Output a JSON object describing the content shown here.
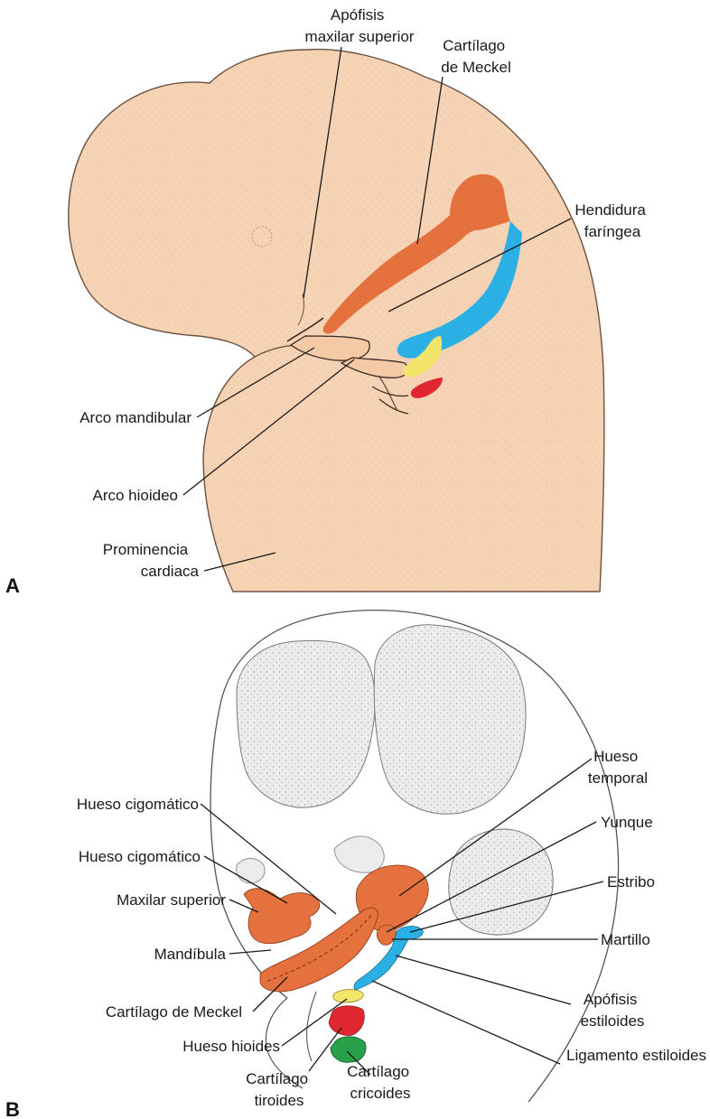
{
  "panel_a": {
    "letter": "A",
    "labels": {
      "apofisis_maxilar": [
        "Apófisis",
        "maxilar superior"
      ],
      "cartilago_meckel": [
        "Cartílago",
        "de Meckel"
      ],
      "hendidura": [
        "Hendidura",
        "faríngea"
      ],
      "arco_mandibular": [
        "Arco mandibular"
      ],
      "arco_hioideo": [
        "Arco hioideo"
      ],
      "prominencia": [
        "Prominencia",
        "cardiaca"
      ]
    }
  },
  "panel_b": {
    "letter": "B",
    "labels": {
      "hueso_temporal": [
        "Hueso",
        "temporal"
      ],
      "hueso_cigomatico_1": [
        "Hueso cigomático"
      ],
      "hueso_cigomatico_2": [
        "Hueso cigomático"
      ],
      "yunque": [
        "Yunque"
      ],
      "estribo": [
        "Estribo"
      ],
      "maxilar_superior": [
        "Maxilar superior"
      ],
      "martillo": [
        "Martillo"
      ],
      "mandibula": [
        "Mandíbula"
      ],
      "apofisis_estiloides": [
        "Apófisis",
        "estiloides"
      ],
      "cartilago_meckel": [
        "Cartílago de Meckel"
      ],
      "ligamento_estiloides": [
        "Ligamento estiloides"
      ],
      "hueso_hioides": [
        "Hueso hioides"
      ],
      "cartilago_tiroides": [
        "Cartílago",
        "tiroides"
      ],
      "cartilago_cricoides": [
        "Cartílago",
        "cricoides"
      ]
    }
  },
  "colors": {
    "skin": "#f6d3b4",
    "arch1": "#e5713e",
    "arch2": "#2ab0e4",
    "arch3": "#f3e46a",
    "arch4": "#e0262e",
    "arch6": "#27a04a",
    "bone": "#ececec"
  }
}
